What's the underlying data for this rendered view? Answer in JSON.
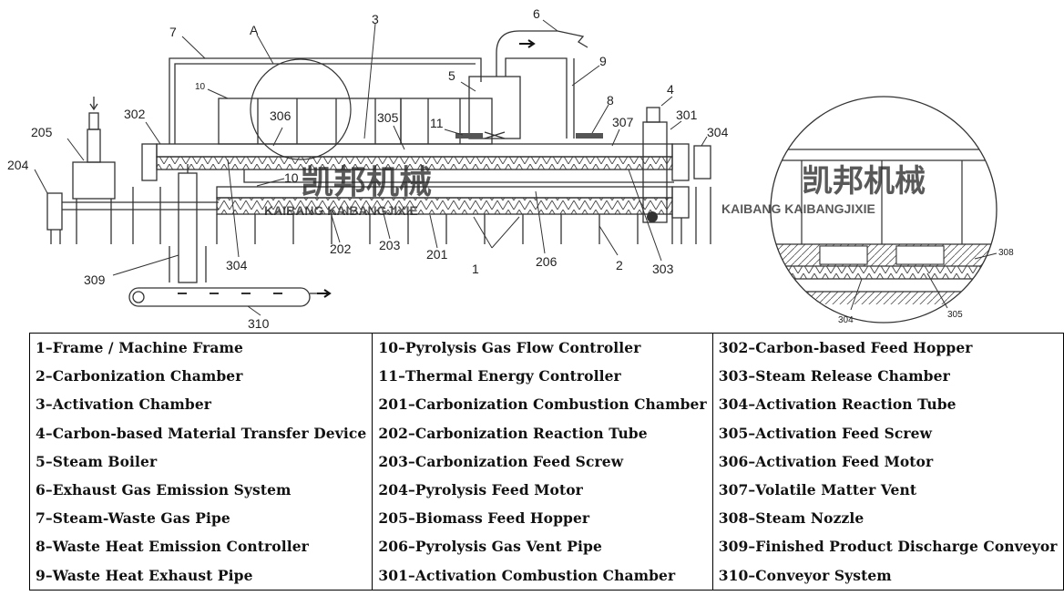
{
  "callouts": [
    "1",
    "2",
    "3",
    "4",
    "5",
    "6",
    "7",
    "8",
    "9",
    "10",
    "11",
    "A",
    "201",
    "202",
    "203",
    "204",
    "205",
    "206",
    "301",
    "302",
    "303",
    "304",
    "305",
    "306",
    "307",
    "308",
    "309",
    "310"
  ],
  "detail_callouts": [
    "304",
    "305",
    "308"
  ],
  "watermark": {
    "brand_cn": "凯邦机械",
    "brand_en": "KAIBANG KAIBANGJIXIE"
  },
  "legend": [
    [
      "1–Frame / Machine Frame",
      "10–Pyrolysis Gas Flow Controller",
      "302–Carbon-based Feed Hopper"
    ],
    [
      "2–Carbonization Chamber",
      "11–Thermal Energy Controller",
      "303–Steam Release Chamber"
    ],
    [
      "3–Activation Chamber",
      "201–Carbonization Combustion Chamber",
      "304–Activation Reaction Tube"
    ],
    [
      "4–Carbon-based Material Transfer Device",
      "202–Carbonization Reaction Tube",
      "305–Activation Feed Screw"
    ],
    [
      "5–Steam Boiler",
      "203–Carbonization Feed Screw",
      "306–Activation Feed Motor"
    ],
    [
      "6–Exhaust Gas Emission System",
      "204–Pyrolysis Feed Motor",
      "307–Volatile Matter Vent"
    ],
    [
      "7–Steam-Waste Gas Pipe",
      "205–Biomass Feed Hopper",
      "308–Steam Nozzle"
    ],
    [
      "8–Waste Heat Emission Controller",
      "206–Pyrolysis Gas Vent Pipe",
      "309–Finished Product Discharge Conveyor"
    ],
    [
      "9–Waste Heat Exhaust Pipe",
      "301–Activation Combustion Chamber",
      "310–Conveyor System"
    ]
  ]
}
